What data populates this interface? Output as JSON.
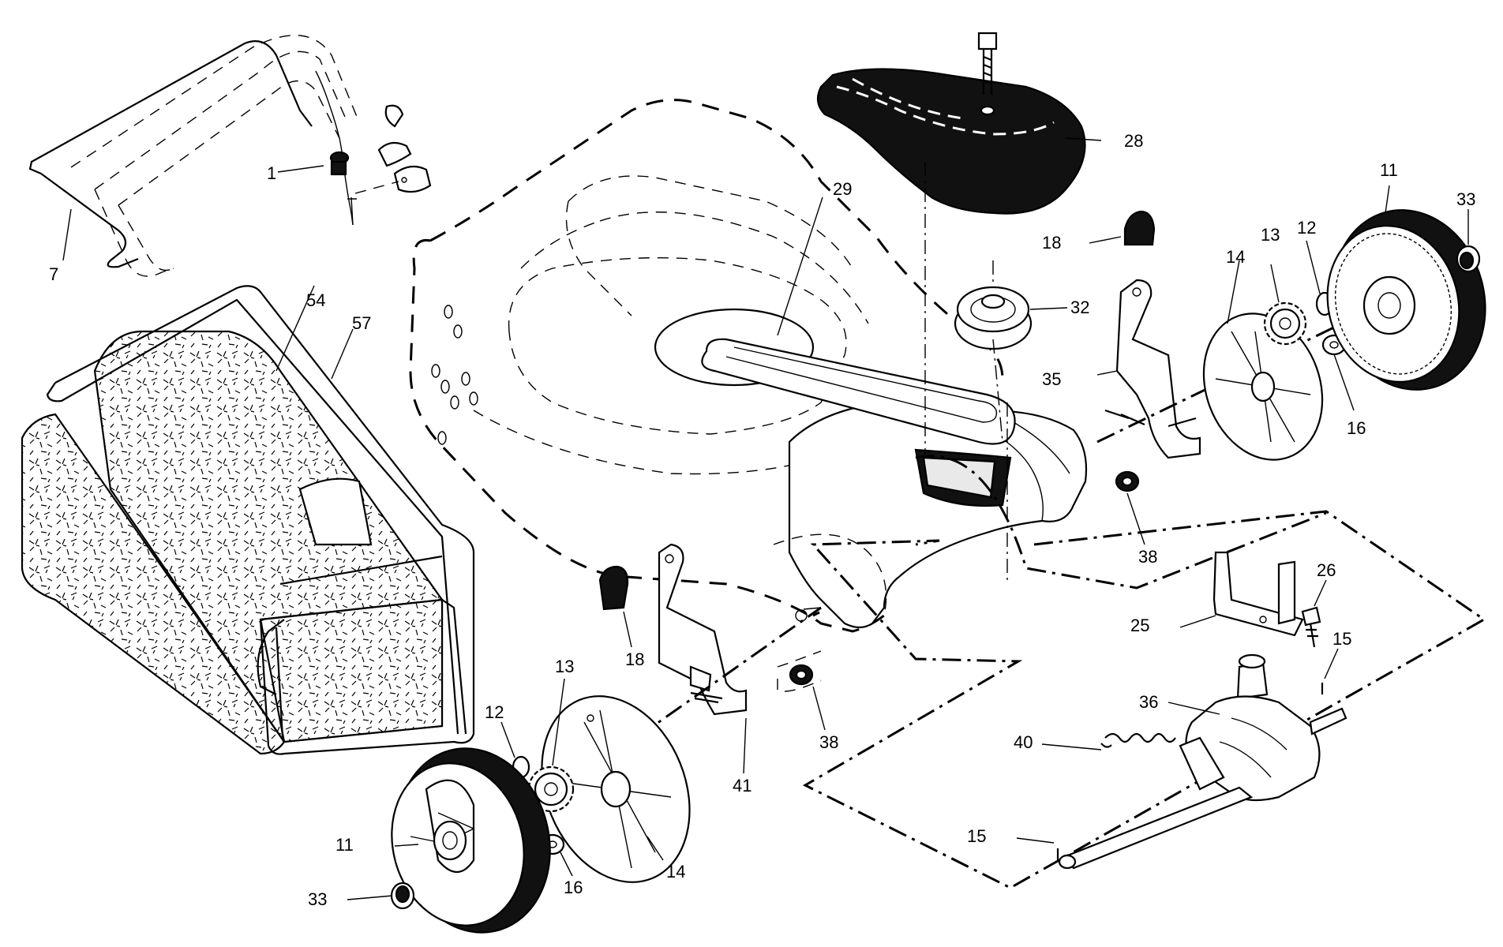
{
  "labels": {
    "l1": "1",
    "l7": "7",
    "l54": "54",
    "l57": "57",
    "l29": "29",
    "l28": "28",
    "l32": "32",
    "l18a": "18",
    "l35": "35",
    "l14a": "14",
    "l13a": "13",
    "l12a": "12",
    "l11a": "11",
    "l33a": "33",
    "l16a": "16",
    "l38a": "38",
    "l26": "26",
    "l25": "25",
    "l15a": "15",
    "l36": "36",
    "l40": "40",
    "l15b": "15",
    "l18b": "18",
    "l13b": "13",
    "l12b": "12",
    "l41": "41",
    "l38b": "38",
    "l11b": "11",
    "l33b": "33",
    "l16b": "16",
    "l14b": "14"
  },
  "parts": [
    {
      "id": "handle-lower",
      "name": "handle"
    },
    {
      "id": "cable",
      "name": "cable"
    },
    {
      "id": "grass-bag",
      "name": "grass bag"
    },
    {
      "id": "deck",
      "name": "deck"
    },
    {
      "id": "belt",
      "name": "belt"
    },
    {
      "id": "shield",
      "name": "shield"
    },
    {
      "id": "pulley",
      "name": "pulley"
    },
    {
      "id": "wheel",
      "name": "wheel"
    },
    {
      "id": "transmission",
      "name": "transmission"
    },
    {
      "id": "spring",
      "name": "spring"
    }
  ]
}
